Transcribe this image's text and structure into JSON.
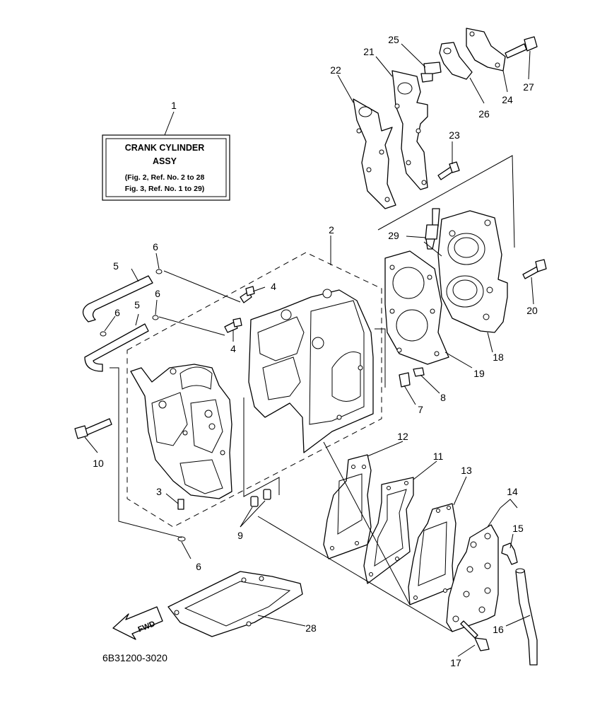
{
  "label_box": {
    "line1": "CRANK CYLINDER",
    "line2": "ASSY",
    "line3": "(Fig. 2, Ref. No. 2 to 28",
    "line4": "Fig. 3, Ref. No. 1 to 29)"
  },
  "fwd_label": "FWD",
  "diagram_code": "6B31200-3020",
  "callouts": {
    "n1": "1",
    "n2": "2",
    "n3": "3",
    "n4a": "4",
    "n4b": "4",
    "n5a": "5",
    "n5b": "5",
    "n6a": "6",
    "n6b": "6",
    "n6c": "6",
    "n6d": "6",
    "n7": "7",
    "n8": "8",
    "n9": "9",
    "n10": "10",
    "n11": "11",
    "n12": "12",
    "n13": "13",
    "n14": "14",
    "n15": "15",
    "n16": "16",
    "n17": "17",
    "n18": "18",
    "n19": "19",
    "n20": "20",
    "n21": "21",
    "n22": "22",
    "n23": "23",
    "n24": "24",
    "n25": "25",
    "n26": "26",
    "n27": "27",
    "n28": "28",
    "n29": "29"
  }
}
